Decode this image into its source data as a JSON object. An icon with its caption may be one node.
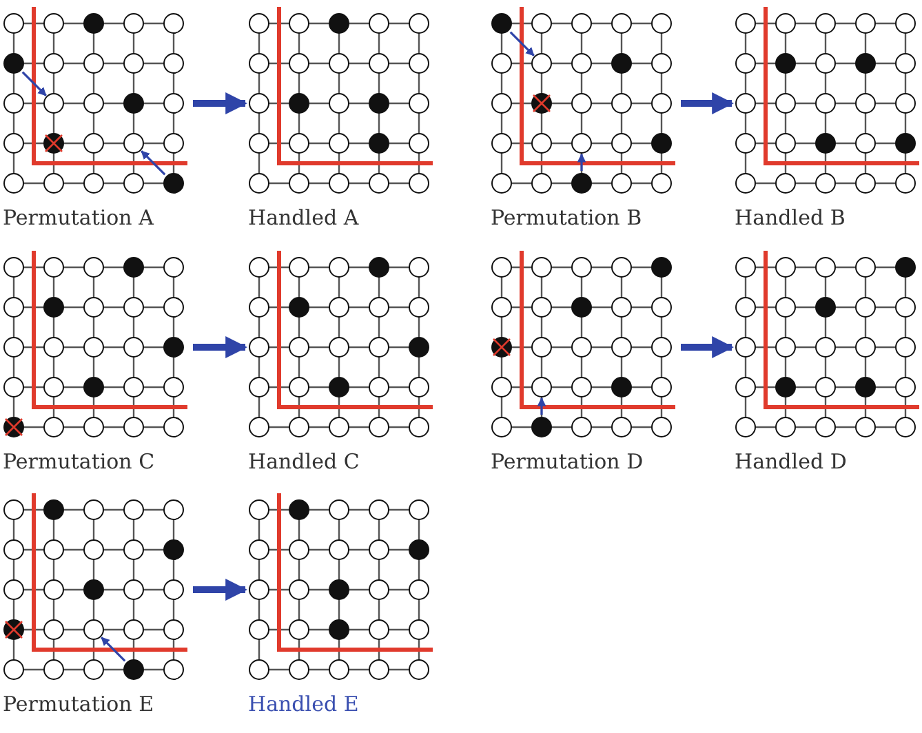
{
  "diagram": {
    "nodes": [
      {
        "text": [
          "Permutation A"
        ]
      },
      {
        "text": [
          "Handled A"
        ]
      },
      {
        "text": [
          "Permutation B"
        ]
      },
      {
        "text": [
          "Handled B"
        ]
      },
      {
        "text": [
          "Permutation C"
        ]
      },
      {
        "text": [
          "Handled C"
        ]
      },
      {
        "text": [
          "Permutation D"
        ]
      },
      {
        "text": [
          "Handled D"
        ]
      },
      {
        "text": [
          "Permutation E"
        ]
      },
      {
        "text": [
          "Handled E"
        ]
      }
    ],
    "edges": [
      {
        "from": 0,
        "to": 1,
        "arrow": "to"
      },
      {
        "from": 2,
        "to": 3,
        "arrow": "to"
      },
      {
        "from": 4,
        "to": 5,
        "arrow": "to"
      },
      {
        "from": 6,
        "to": 7,
        "arrow": "to"
      },
      {
        "from": 8,
        "to": 9,
        "arrow": "to"
      }
    ]
  }
}
